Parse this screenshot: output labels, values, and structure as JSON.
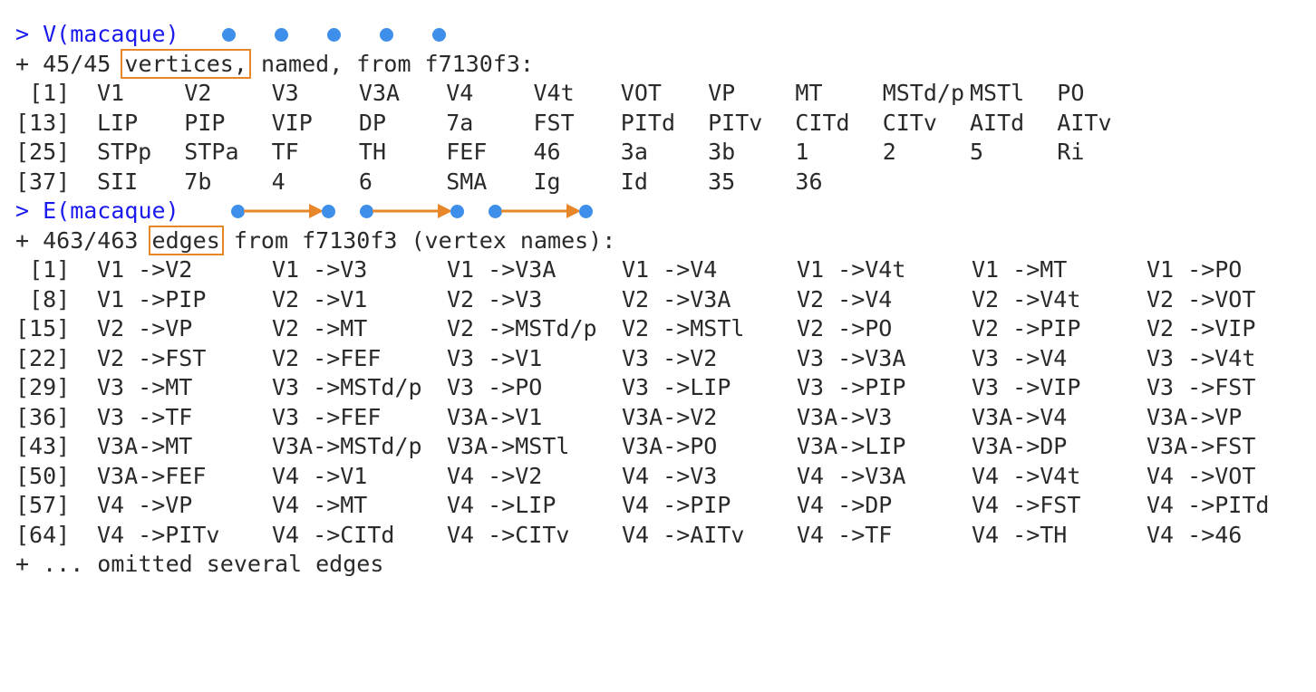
{
  "vertex_block": {
    "command": "> V(macaque)",
    "summary_prefix": "+ 45/45 ",
    "summary_highlight": "vertices,",
    "summary_suffix": " named, from f7130f3:",
    "rows": [
      {
        "index": " [1]",
        "cells": [
          "V1",
          "V2",
          "V3",
          "V3A",
          "V4",
          "V4t",
          "VOT",
          "VP",
          "MT",
          "MSTd/p",
          "MSTl",
          "PO"
        ]
      },
      {
        "index": "[13]",
        "cells": [
          "LIP",
          "PIP",
          "VIP",
          "DP",
          "7a",
          "FST",
          "PITd",
          "PITv",
          "CITd",
          "CITv",
          "AITd",
          "AITv"
        ]
      },
      {
        "index": "[25]",
        "cells": [
          "STPp",
          "STPa",
          "TF",
          "TH",
          "FEF",
          "46",
          "3a",
          "3b",
          "1",
          "2",
          "5",
          "Ri"
        ]
      },
      {
        "index": "[37]",
        "cells": [
          "SII",
          "7b",
          "4",
          "6",
          "SMA",
          "Ig",
          "Id",
          "35",
          "36"
        ]
      }
    ]
  },
  "edge_block": {
    "command": "> E(macaque)",
    "summary_prefix": "+ 463/463 ",
    "summary_highlight": "edges",
    "summary_suffix": " from f7130f3 (vertex names):",
    "rows": [
      {
        "index": " [1]",
        "cells": [
          "V1 ->V2",
          "V1 ->V3",
          "V1 ->V3A",
          "V1 ->V4",
          "V1 ->V4t",
          "V1 ->MT",
          "V1 ->PO"
        ]
      },
      {
        "index": " [8]",
        "cells": [
          "V1 ->PIP",
          "V2 ->V1",
          "V2 ->V3",
          "V2 ->V3A",
          "V2 ->V4",
          "V2 ->V4t",
          "V2 ->VOT"
        ]
      },
      {
        "index": "[15]",
        "cells": [
          "V2 ->VP",
          "V2 ->MT",
          "V2 ->MSTd/p",
          "V2 ->MSTl",
          "V2 ->PO",
          "V2 ->PIP",
          "V2 ->VIP"
        ]
      },
      {
        "index": "[22]",
        "cells": [
          "V2 ->FST",
          "V2 ->FEF",
          "V3 ->V1",
          "V3 ->V2",
          "V3 ->V3A",
          "V3 ->V4",
          "V3 ->V4t"
        ]
      },
      {
        "index": "[29]",
        "cells": [
          "V3 ->MT",
          "V3 ->MSTd/p",
          "V3 ->PO",
          "V3 ->LIP",
          "V3 ->PIP",
          "V3 ->VIP",
          "V3 ->FST"
        ]
      },
      {
        "index": "[36]",
        "cells": [
          "V3 ->TF",
          "V3 ->FEF",
          "V3A->V1",
          "V3A->V2",
          "V3A->V3",
          "V3A->V4",
          "V3A->VP"
        ]
      },
      {
        "index": "[43]",
        "cells": [
          "V3A->MT",
          "V3A->MSTd/p",
          "V3A->MSTl",
          "V3A->PO",
          "V3A->LIP",
          "V3A->DP",
          "V3A->FST"
        ]
      },
      {
        "index": "[50]",
        "cells": [
          "V3A->FEF",
          "V4 ->V1",
          "V4 ->V2",
          "V4 ->V3",
          "V4 ->V3A",
          "V4 ->V4t",
          "V4 ->VOT"
        ]
      },
      {
        "index": "[57]",
        "cells": [
          "V4 ->VP",
          "V4 ->MT",
          "V4 ->LIP",
          "V4 ->PIP",
          "V4 ->DP",
          "V4 ->FST",
          "V4 ->PITd"
        ]
      },
      {
        "index": "[64]",
        "cells": [
          "V4 ->PITv",
          "V4 ->CITd",
          "V4 ->CITv",
          "V4 ->AITv",
          "V4 ->TF",
          "V4 ->TH",
          "V4 ->46"
        ]
      }
    ],
    "footer": "+ ... omitted several edges"
  },
  "colors": {
    "command": "#1a1aee",
    "text": "#2a2a2a",
    "highlight_box": "#e8872a",
    "node_dot": "#3e8fea",
    "arrow": "#e8872a"
  }
}
